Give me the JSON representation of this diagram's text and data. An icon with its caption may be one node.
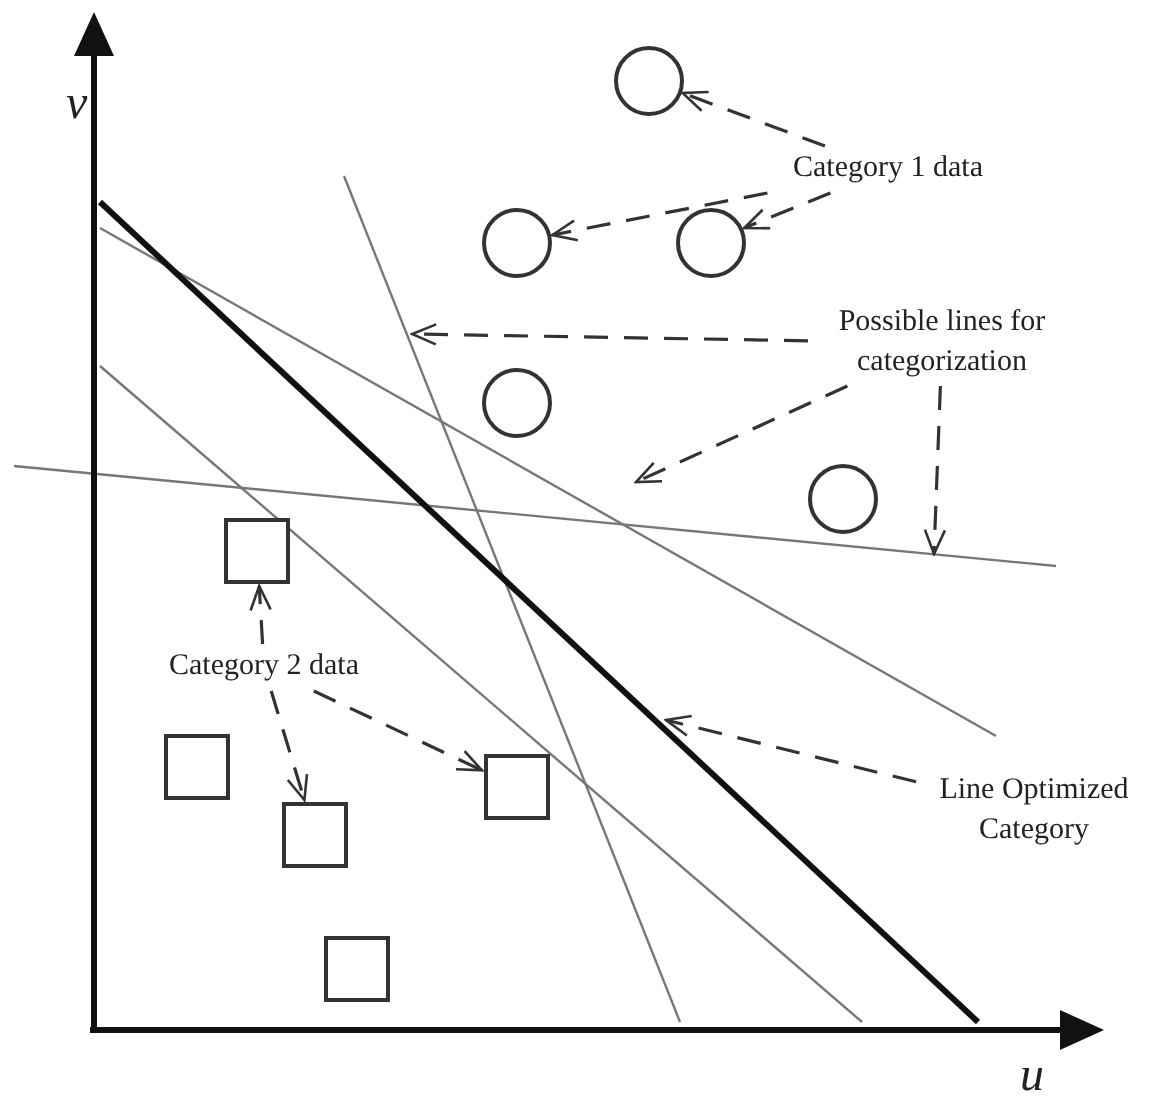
{
  "diagram": {
    "nodes": [
      {
        "text": [
          "Category 1 data"
        ]
      },
      {
        "text": [],
        "shape": "circle"
      },
      {
        "text": [],
        "shape": "circle"
      },
      {
        "text": [],
        "shape": "circle"
      },
      {
        "text": [],
        "shape": "circle"
      },
      {
        "text": [],
        "shape": "circle"
      },
      {
        "text": [
          "Possible lines for categorization"
        ]
      },
      {
        "text": [
          "Category 2 data"
        ]
      },
      {
        "text": [],
        "shape": "box"
      },
      {
        "text": [],
        "shape": "box"
      },
      {
        "text": [],
        "shape": "box"
      },
      {
        "text": [],
        "shape": "box"
      },
      {
        "text": [],
        "shape": "box"
      },
      {
        "text": [
          "Line Optimized Category"
        ]
      }
    ],
    "edges": [
      {
        "from": 0,
        "to": 1,
        "arrow": "to",
        "style": "dashed"
      },
      {
        "from": 0,
        "to": 2,
        "arrow": "to",
        "style": "dashed"
      },
      {
        "from": 0,
        "to": 3,
        "arrow": "to",
        "style": "dashed"
      },
      {
        "from": 6,
        "to": null,
        "arrow": "to",
        "style": "dashed"
      },
      {
        "from": 6,
        "to": null,
        "arrow": "to",
        "style": "dashed"
      },
      {
        "from": 6,
        "to": null,
        "arrow": "to",
        "style": "dashed"
      },
      {
        "from": 7,
        "to": 8,
        "arrow": "to",
        "style": "dashed"
      },
      {
        "from": 7,
        "to": 10,
        "arrow": "to",
        "style": "dashed"
      },
      {
        "from": 7,
        "to": 11,
        "arrow": "to",
        "style": "dashed"
      },
      {
        "from": 13,
        "to": null,
        "arrow": "to",
        "style": "dashed"
      }
    ],
    "labels": [
      "v",
      "u"
    ]
  }
}
